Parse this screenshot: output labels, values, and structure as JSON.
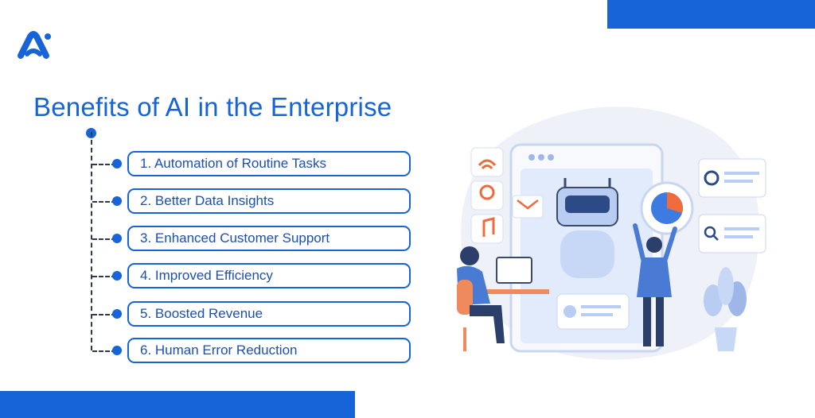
{
  "title": "Benefits of AI in the Enterprise",
  "benefits": [
    {
      "label": "1. Automation of Routine Tasks"
    },
    {
      "label": "2. Better Data Insights"
    },
    {
      "label": "3. Enhanced Customer Support"
    },
    {
      "label": "4. Improved Efficiency"
    },
    {
      "label": "5. Boosted Revenue"
    },
    {
      "label": "6. Human Error Reduction"
    }
  ],
  "colors": {
    "accent": "#1763d8",
    "text": "#1c4fb0"
  },
  "icons": [
    "logo-icon",
    "wifi-icon",
    "location-pin-icon",
    "music-note-icon",
    "mail-icon",
    "robot-icon",
    "pie-chart-icon",
    "gear-icon",
    "search-icon",
    "plant-icon"
  ]
}
